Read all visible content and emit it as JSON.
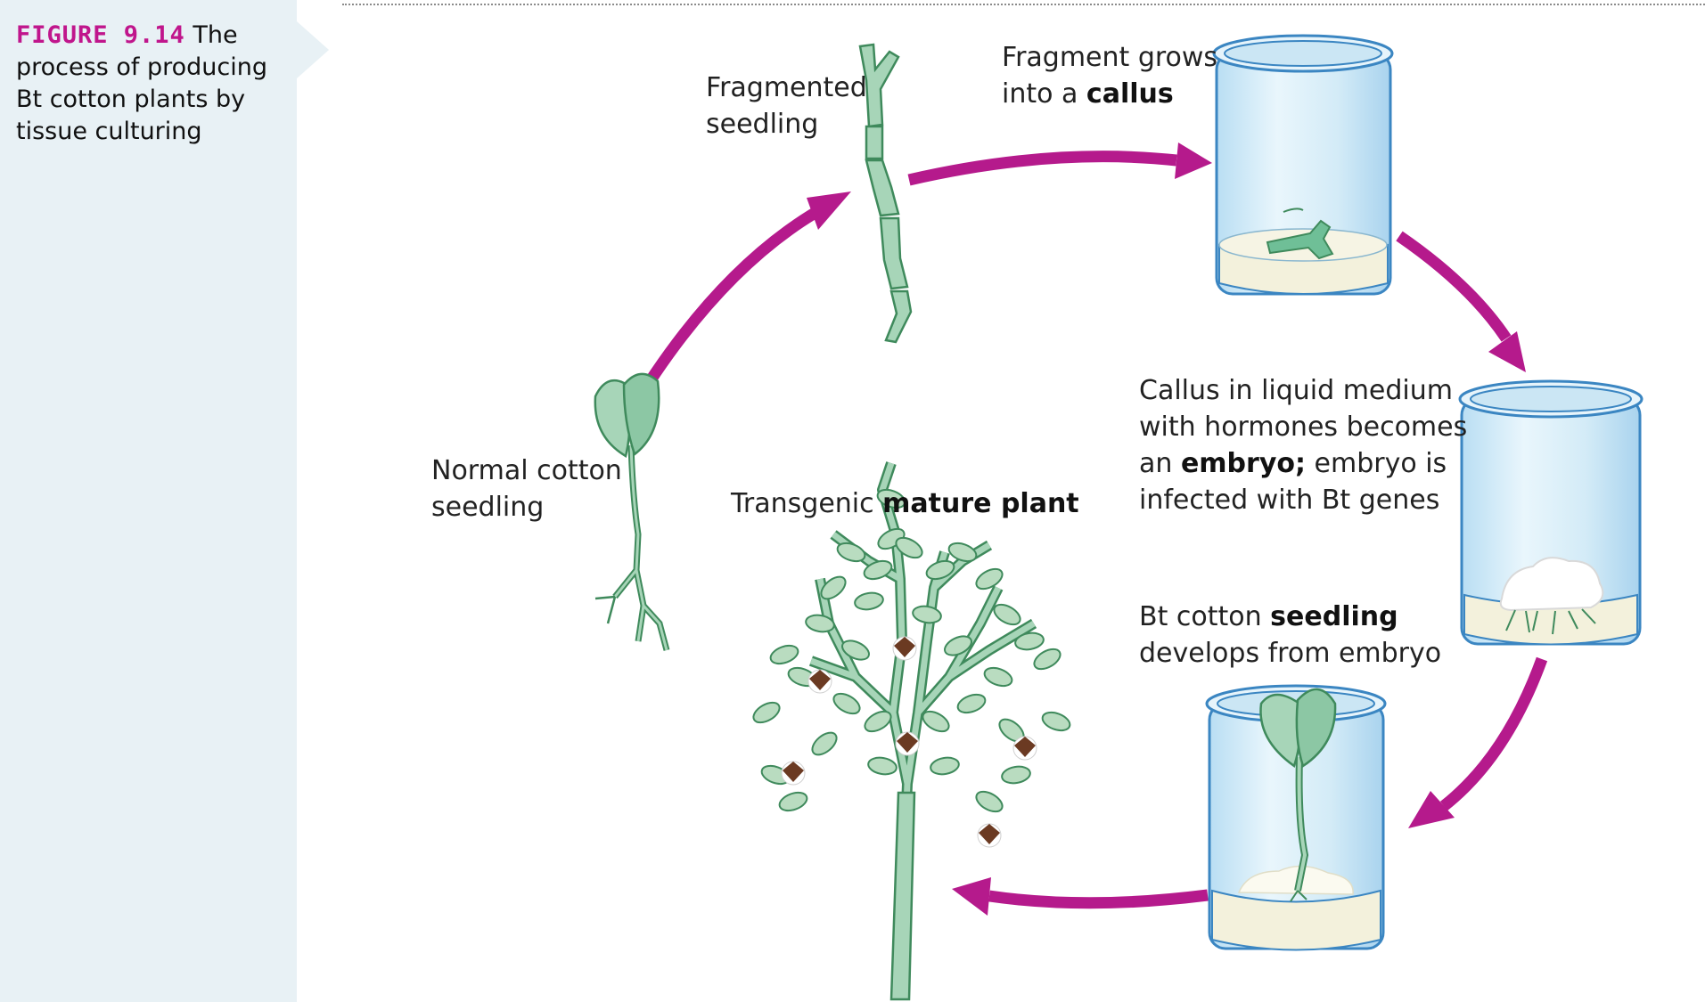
{
  "caption": {
    "figure_number": "FIGURE 9.14",
    "text": "The process of producing Bt cotton plants by tissue culturing"
  },
  "stages": {
    "fragmented": {
      "line1": "Fragmented",
      "line2": "seedling"
    },
    "callus": {
      "line1": "Fragment grows",
      "line2_pre": "into a ",
      "line2_bold": "callus"
    },
    "embryo": {
      "line1": "Callus in liquid medium",
      "line2": "with hormones becomes",
      "line3_pre": "an ",
      "line3_bold": "embryo;",
      "line3_post": " embryo is",
      "line4": "infected with Bt genes"
    },
    "bt_seedling": {
      "line1_pre": "Bt cotton ",
      "line1_bold": "seedling",
      "line2": "develops from embryo"
    },
    "mature": {
      "pre": "Transgenic ",
      "bold": "mature plant"
    },
    "normal": {
      "line1": "Normal cotton",
      "line2": "seedling"
    }
  },
  "colors": {
    "arrow": "#b51a8c",
    "plant_fill": "#a7d5b8",
    "plant_stroke": "#3f8a5c",
    "jar_glass": "#d9eef8",
    "jar_stroke": "#3b86c2",
    "medium": "#f3f1dc",
    "caption_bg": "#e8f1f5",
    "fig_num": "#c0168c"
  },
  "icons": [
    "fragmented-seedling-icon",
    "culture-jar-icon",
    "cotton-boll-icon",
    "seedling-icon",
    "tree-icon"
  ]
}
